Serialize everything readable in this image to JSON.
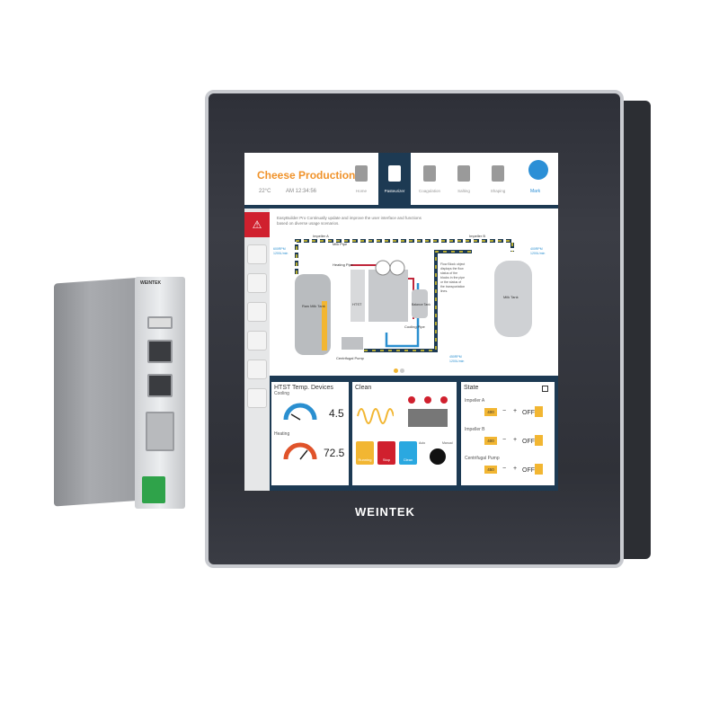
{
  "device": {
    "plc_label": "WEINTEK"
  },
  "panel": {
    "brand": "WEINTEK"
  },
  "screen": {
    "title": "Cheese Production",
    "temperature": "22°C",
    "time": "AM 12:34:56",
    "nav": [
      {
        "label": "Home"
      },
      {
        "label": "Pasteurizer"
      },
      {
        "label": "Coagulation"
      },
      {
        "label": "Salting"
      },
      {
        "label": "Shaping"
      }
    ],
    "user": "Mark",
    "intro": "EasyBuilder Pro Continually update and improve the user interface and functions based on diverse usage scenarios.",
    "diagram": {
      "impeller_a": "Impeller A",
      "impeller_b": "Impeller B",
      "milk_pipe": "Milk Pipe",
      "heating_pipe": "Heating Pipe",
      "raw_milk_tank": "Raw Milk Tank",
      "htst": "HTST",
      "balance_tank": "Balance Tank",
      "cooling_pipe": "Cooling Pipe",
      "centrifugal_pump": "Centrifugal Pump",
      "milk_tank": "Milk Tank",
      "flow_note": "Flow Block object displays the flow status of the blocks in the pipe or the status of the transportation lines.",
      "rpm_a": "600RPM",
      "flow_a": "1200L/min",
      "rpm_b": "400RPM",
      "flow_b": "1200L/min",
      "rpm_p": "450RPM",
      "flow_p": "1200L/min"
    },
    "htst_card": {
      "title": "HTST Temp. Devices",
      "cooling": "Cooling",
      "cooling_value": "4.5",
      "heating": "Heating",
      "heating_value": "72.5"
    },
    "clean_card": {
      "title": "Clean",
      "buttons": [
        "Running",
        "Stop",
        "Clean"
      ],
      "switch_left": "Auto",
      "switch_right": "Manual"
    },
    "state_card": {
      "title": "State",
      "rows": [
        {
          "name": "Impeller A",
          "value": "400",
          "off": "OFF"
        },
        {
          "name": "Impeller B",
          "value": "400",
          "off": "OFF"
        },
        {
          "name": "Centrifugal Pump",
          "value": "450",
          "off": "OFF"
        }
      ]
    }
  }
}
